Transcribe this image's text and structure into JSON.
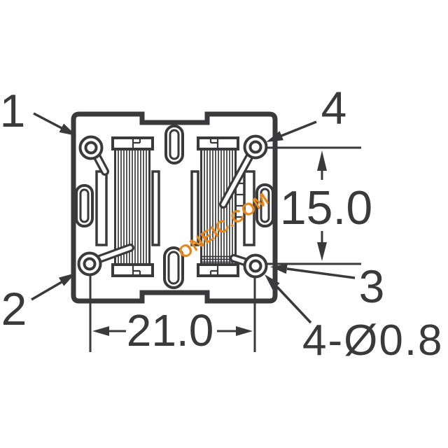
{
  "drawing": {
    "watermark": "ONEIC.COM",
    "pins": [
      {
        "label": "1",
        "position": "top-left"
      },
      {
        "label": "2",
        "position": "bottom-left"
      },
      {
        "label": "3",
        "position": "bottom-right"
      },
      {
        "label": "4",
        "position": "top-right"
      }
    ],
    "dimensions": {
      "pin_row_height": "15.0",
      "pin_row_width": "21.0",
      "hole_spec": "4-Ø0.8"
    }
  },
  "colors": {
    "ink": "#3A3A3C",
    "watermark": "#E8861C",
    "background": "#FFFFFF"
  }
}
